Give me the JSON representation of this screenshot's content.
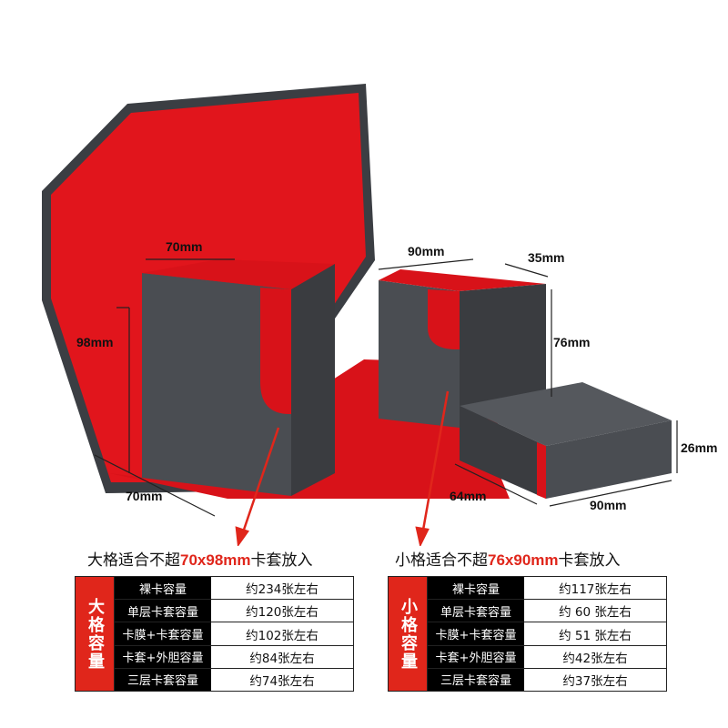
{
  "dimensions": {
    "large_width_top": "70mm",
    "large_height": "98mm",
    "large_depth": "70mm",
    "small_width_top": "90mm",
    "small_depth_top": "35mm",
    "small_height": "76mm",
    "lid_height": "26mm",
    "lid_depth": "64mm",
    "lid_width": "90mm"
  },
  "captions": {
    "large": {
      "prefix": "大格适合不超",
      "highlight": "70x98mm",
      "suffix": "卡套放入"
    },
    "small": {
      "prefix": "小格适合不超",
      "highlight": "76x90mm",
      "suffix": "卡套放入"
    }
  },
  "tables": {
    "large": {
      "side_label": "大格容量",
      "rows": [
        {
          "label": "裸卡容量",
          "value": "约234张左右"
        },
        {
          "label": "单层卡套容量",
          "value": "约120张左右"
        },
        {
          "label": "卡膜+卡套容量",
          "value": "约102张左右"
        },
        {
          "label": "卡套+外胆容量",
          "value": "约84张左右"
        },
        {
          "label": "三层卡套容量",
          "value": "约74张左右"
        }
      ]
    },
    "small": {
      "side_label": "小格容量",
      "rows": [
        {
          "label": "裸卡容量",
          "value": "约117张左右"
        },
        {
          "label": "单层卡套容量",
          "value": "约 60 张左右"
        },
        {
          "label": "卡膜+卡套容量",
          "value": "约 51 张左右"
        },
        {
          "label": "卡套+外胆容量",
          "value": "约42张左右"
        },
        {
          "label": "三层卡套容量",
          "value": "约37张左右"
        }
      ]
    }
  },
  "colors": {
    "accent_red": "#e0261b",
    "box_gray": "#4a4d52",
    "label_black": "#000000"
  }
}
